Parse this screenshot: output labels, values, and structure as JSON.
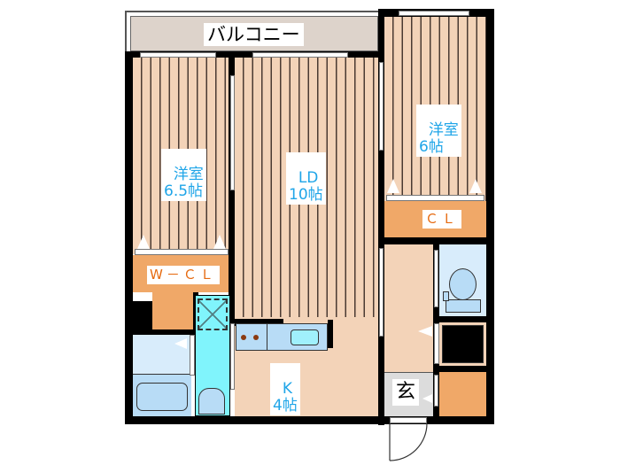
{
  "floorplan": {
    "balcony": {
      "label": "バルコニー"
    },
    "rooms": [
      {
        "id": "western-room-left",
        "name": "洋室",
        "size": "6.5帖"
      },
      {
        "id": "living-dining",
        "name": "LD",
        "size": "10帖"
      },
      {
        "id": "western-room-right",
        "name": "洋室",
        "size": "6帖"
      },
      {
        "id": "kitchen",
        "name": "K",
        "size": "4帖"
      },
      {
        "id": "entrance",
        "name": "玄"
      }
    ],
    "storage": [
      {
        "id": "walk-in-closet",
        "label": "W－ＣＬ"
      },
      {
        "id": "closet",
        "label": "ＣＬ"
      }
    ],
    "colors": {
      "wall": "#000000",
      "wood_floor": "#f3d3b8",
      "storage": "#f0a868",
      "balcony": "#ddd3cb",
      "wet_area": "#d8ecfb",
      "washroom": "#80f4fc",
      "entrance": "#dcdcdc",
      "room_label": "#1fa5e8",
      "storage_label": "#e66a10"
    }
  }
}
